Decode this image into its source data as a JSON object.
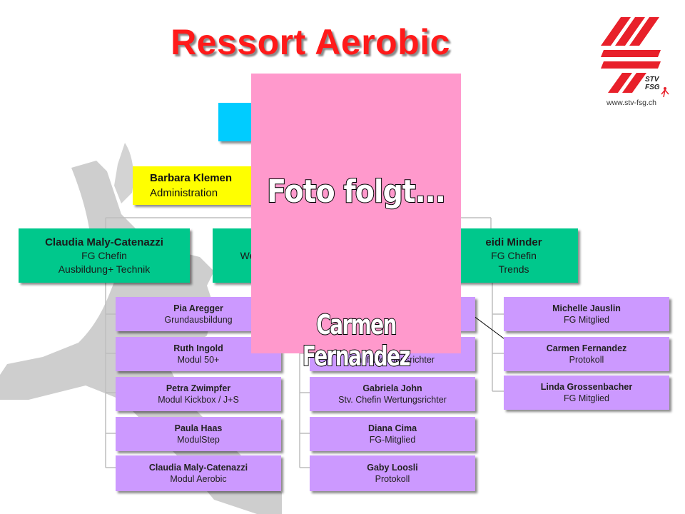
{
  "title": "Ressort Aerobic",
  "top_box": {
    "label": ""
  },
  "admin": {
    "name": "Barbara Klemen",
    "role": "Administration"
  },
  "heads": [
    {
      "name": "Claudia Maly-Catenazzi",
      "line1": "FG Chefin",
      "line2": "Ausbildung+ Technik"
    },
    {
      "name": "",
      "line1": "",
      "line2": "We"
    },
    {
      "name": "eidi Minder",
      "line1": "FG Chefin",
      "line2": "Trends"
    }
  ],
  "col1": [
    {
      "name": "Pia Aregger",
      "role": "Grundausbildung"
    },
    {
      "name": "Ruth Ingold",
      "role": "Modul 50+"
    },
    {
      "name": "Petra Zwimpfer",
      "role": "Modul Kickbox / J+S"
    },
    {
      "name": "Paula Haas",
      "role": "ModulStep"
    },
    {
      "name": "Claudia Maly-Catenazzi",
      "role": "Modul Aerobic"
    }
  ],
  "col2": [
    {
      "name": "",
      "role": ""
    },
    {
      "name": "",
      "role": "Chef Wertungsrichter"
    },
    {
      "name": "Gabriela John",
      "role": "Stv. Chefin Wertungsrichter"
    },
    {
      "name": "Diana Cima",
      "role": "FG-Mitglied"
    },
    {
      "name": "Gaby Loosli",
      "role": "Protokoll"
    }
  ],
  "col3": [
    {
      "name": "Michelle Jauslin",
      "role": "FG Mitglied"
    },
    {
      "name": "Carmen Fernandez",
      "role": "Protokoll"
    },
    {
      "name": "Linda Grossenbacher",
      "role": "FG Mitglied"
    }
  ],
  "photo": {
    "line1": "Foto folgt...",
    "line2": "Carmen Fernandez"
  },
  "logo": {
    "brand": "STV FSG",
    "url": "www.stv-fsg.ch"
  },
  "colors": {
    "title": "#ff1a1a",
    "green": "#00c88c",
    "purple": "#cc99ff",
    "yellow": "#ffff00",
    "cyan": "#00ccff",
    "pink": "#ff99cc",
    "logo_red": "#e8202a"
  }
}
